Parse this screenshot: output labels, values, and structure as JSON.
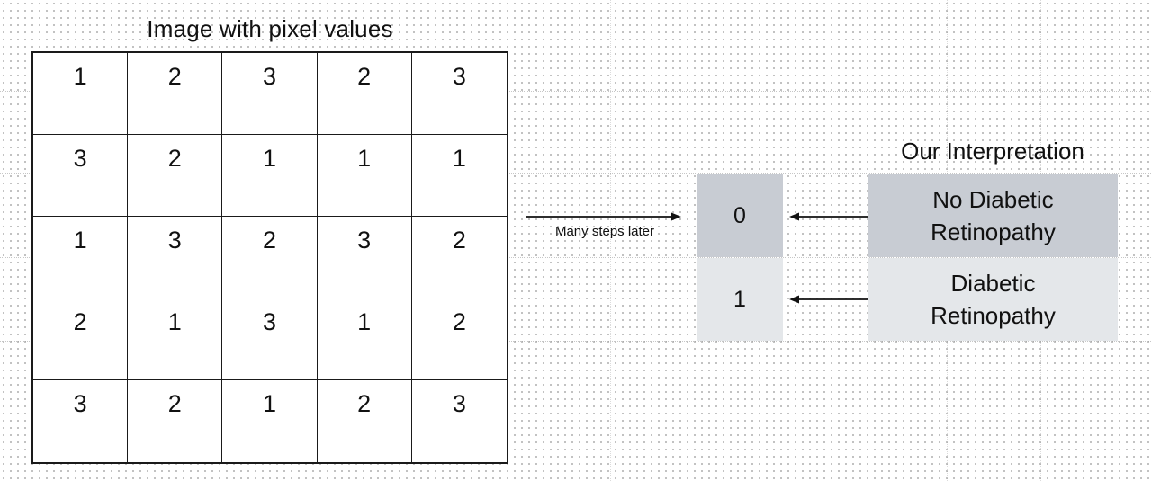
{
  "left_panel": {
    "title": "Image with pixel values",
    "pixels": [
      [
        "1",
        "2",
        "3",
        "2",
        "3"
      ],
      [
        "3",
        "2",
        "1",
        "1",
        "1"
      ],
      [
        "1",
        "3",
        "2",
        "3",
        "2"
      ],
      [
        "2",
        "1",
        "3",
        "1",
        "2"
      ],
      [
        "3",
        "2",
        "1",
        "2",
        "3"
      ]
    ]
  },
  "process": {
    "arrow_label": "Many steps later"
  },
  "outputs": [
    {
      "value": "0",
      "fill": "#c8ccd3",
      "label": "No Diabetic\nRetinopathy"
    },
    {
      "value": "1",
      "fill": "#e4e7ea",
      "label": "Diabetic\nRetinopathy"
    }
  ],
  "right_panel": {
    "title": "Our Interpretation"
  },
  "colors": {
    "grid_line": "#1a1a1a",
    "arrow": "#111111",
    "dark_box": "#c8ccd3",
    "light_box": "#e4e7ea"
  }
}
